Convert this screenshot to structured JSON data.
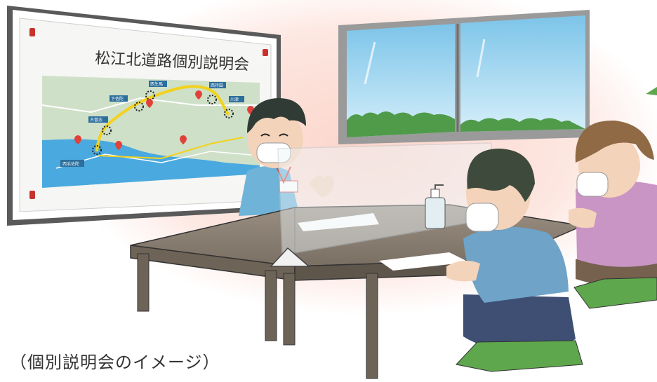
{
  "poster": {
    "title": "松江北道路個別説明会",
    "map_labels": [
      "西浜佐陀",
      "古曽志",
      "下佐陀",
      "西生馬",
      "西持田",
      "川津"
    ]
  },
  "caption": "（個別説明会のイメージ）",
  "colors": {
    "background_glow": "#fde3dc",
    "sea": "#4aa9df",
    "route_line": "#f2d21c",
    "pin": "#e0413a",
    "label_box": "#2c6e9c",
    "table": "#8a7f72",
    "floor_cushion": "#5ea74d"
  }
}
